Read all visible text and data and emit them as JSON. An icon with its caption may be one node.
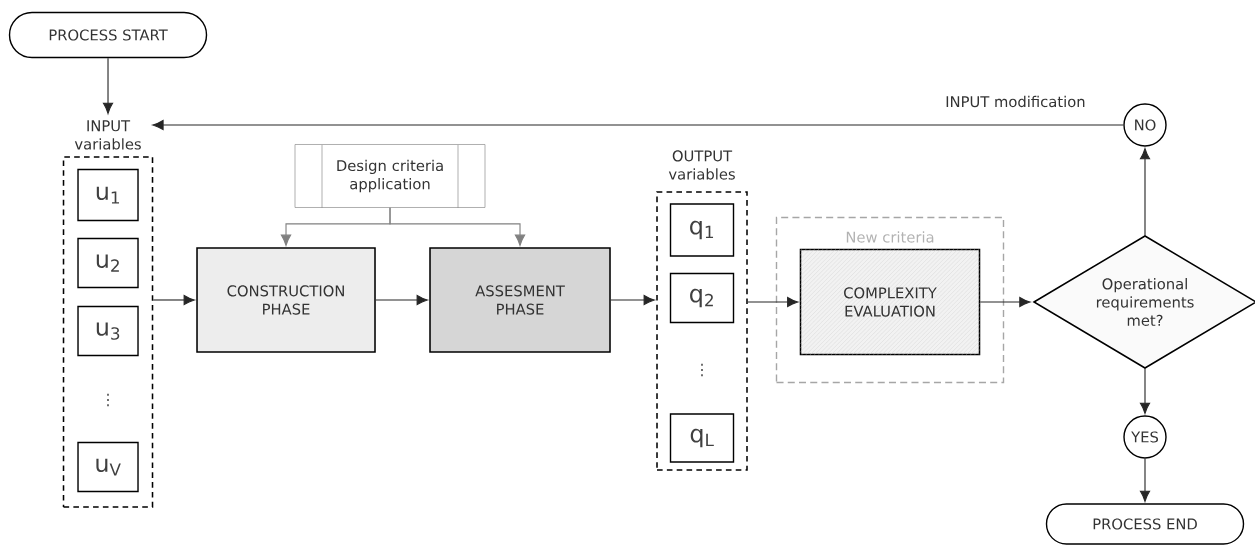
{
  "diagram": {
    "nodes": [
      {
        "text": [
          "PROCESS START"
        ]
      },
      {
        "text": [
          "INPUT variables"
        ]
      },
      {
        "text": [
          "u$_{1}$"
        ],
        "in": 1
      },
      {
        "text": [
          "u$_{2}$"
        ],
        "in": 1
      },
      {
        "text": [
          "u$_{3}$"
        ],
        "in": 1
      },
      {
        "text": [
          "u$_{V}$"
        ],
        "in": 1
      },
      {
        "text": [
          "Design criteria application"
        ]
      },
      {
        "text": [
          "CONSTRUCTION PHASE"
        ]
      },
      {
        "text": [
          "ASSESMENT PHASE"
        ]
      },
      {
        "text": [
          "OUTPUT variables"
        ]
      },
      {
        "text": [
          "q$_{1}$"
        ],
        "in": 9
      },
      {
        "text": [
          "q$_{2}$"
        ],
        "in": 9
      },
      {
        "text": [
          "q$_{L}$"
        ],
        "in": 9
      },
      {
        "text": [
          "New criteria"
        ]
      },
      {
        "text": [
          "COMPLEXITY EVALUATION"
        ],
        "in": 13
      },
      {
        "text": [
          "Operational requirements met?"
        ]
      },
      {
        "text": [
          "NO"
        ]
      },
      {
        "text": [
          "YES"
        ]
      },
      {
        "text": [
          "PROCESS END"
        ]
      }
    ],
    "edges": [
      {
        "from": 0,
        "to": 1,
        "arrow": "to"
      },
      {
        "from": 1,
        "to": 7,
        "arrow": "to"
      },
      {
        "from": 6,
        "to": 7,
        "arrow": "to",
        "color": "#808080"
      },
      {
        "from": 6,
        "to": 8,
        "arrow": "to",
        "color": "#808080"
      },
      {
        "from": 7,
        "to": 8,
        "arrow": "to"
      },
      {
        "from": 8,
        "to": 9,
        "arrow": "to"
      },
      {
        "from": 9,
        "to": 14,
        "arrow": "to"
      },
      {
        "from": 14,
        "to": 15,
        "arrow": "to"
      },
      {
        "from": 15,
        "to": 16,
        "arrow": "to"
      },
      {
        "from": 16,
        "to": 1,
        "arrow": "to",
        "label": "INPUT modification"
      },
      {
        "from": 15,
        "to": 17,
        "arrow": "to"
      },
      {
        "from": 17,
        "to": 18,
        "arrow": "to"
      }
    ],
    "labels": [
      "⋮",
      "⋮"
    ]
  }
}
